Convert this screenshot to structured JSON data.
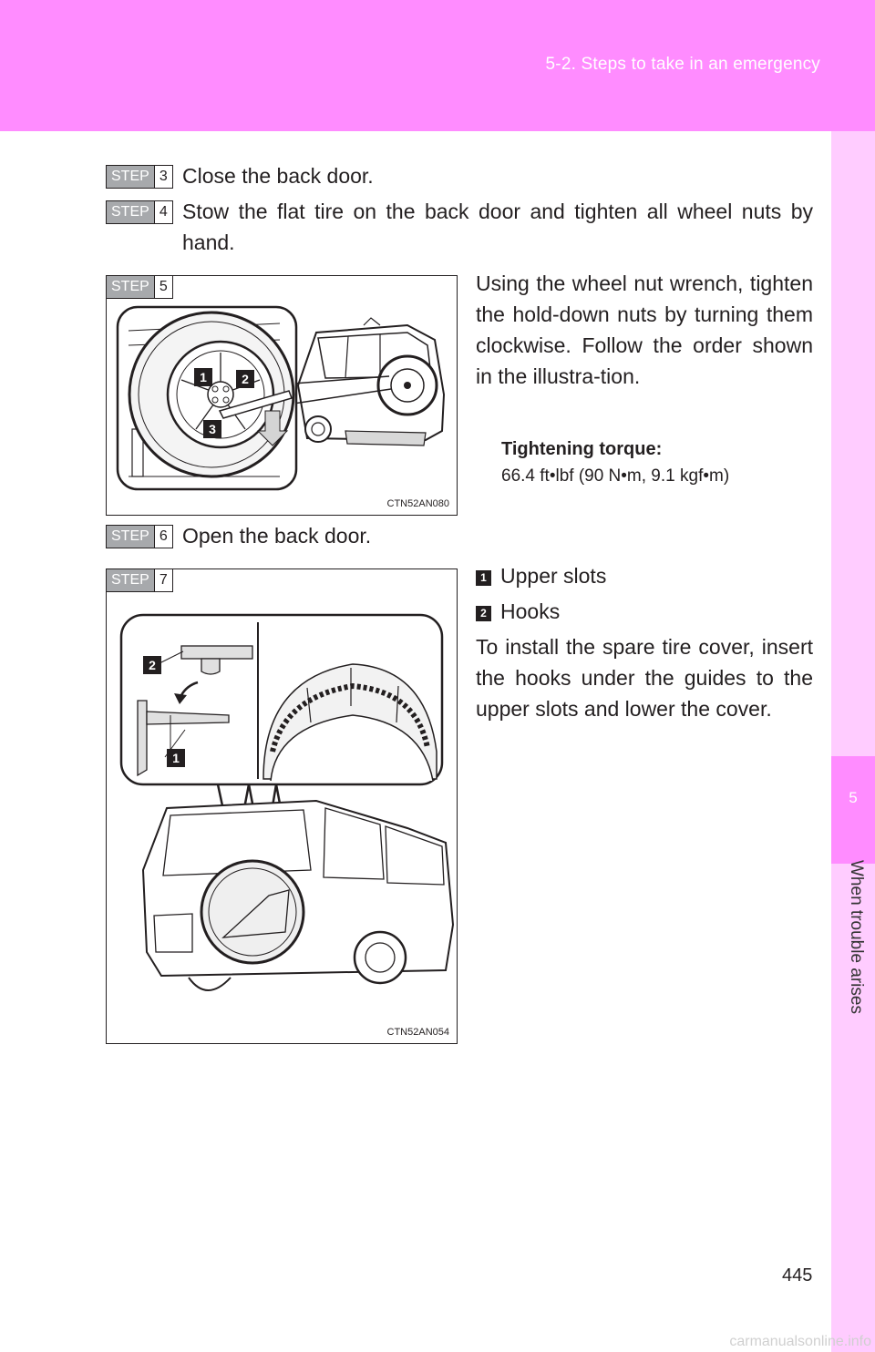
{
  "header": {
    "title": "5-2. Steps to take in an emergency"
  },
  "side_tab": {
    "chapter_number": "5",
    "chapter_label": "When trouble arises"
  },
  "steps": [
    {
      "label": "STEP",
      "number": "3",
      "text": "Close the back door."
    },
    {
      "label": "STEP",
      "number": "4",
      "text": "Stow the flat tire on the back door and tighten all wheel nuts by hand."
    },
    {
      "label": "STEP",
      "number": "5",
      "text": "Using the wheel nut wrench, tighten the hold-down nuts by turning them clockwise. Follow the order shown in the illustra-tion."
    },
    {
      "label": "STEP",
      "number": "6",
      "text": "Open the back door."
    },
    {
      "label": "STEP",
      "number": "7",
      "text": "To install the spare tire cover, insert the hooks under the guides to the upper slots and lower the cover."
    }
  ],
  "torque": {
    "heading": "Tightening torque:",
    "value": "66.4 ft•lbf (90 N•m, 9.1 kgf•m)"
  },
  "figure1": {
    "code": "CTN52AN080",
    "badges": [
      "1",
      "2",
      "3"
    ]
  },
  "figure2": {
    "code": "CTN52AN054",
    "badges": [
      "2",
      "1"
    ]
  },
  "legend": [
    {
      "number": "1",
      "label": "Upper slots"
    },
    {
      "number": "2",
      "label": "Hooks"
    }
  ],
  "page_number": "445",
  "watermark": "carmanualsonline.info"
}
